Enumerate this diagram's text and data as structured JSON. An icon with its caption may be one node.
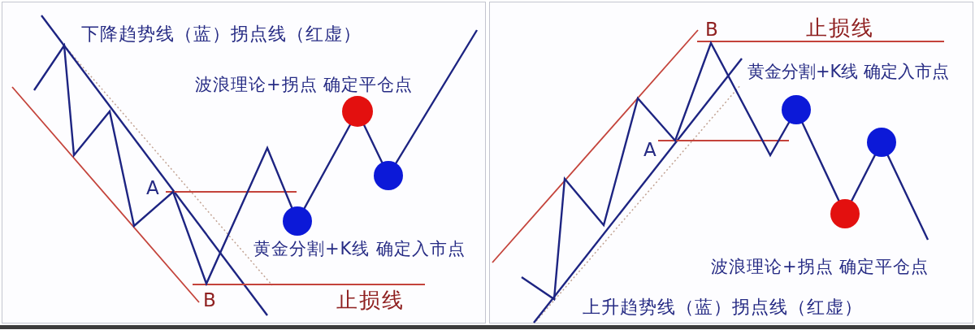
{
  "diagram": {
    "labels": [
      "下降趋势线（蓝）拐点线（红虚）",
      "波浪理论+拐点 确定平仓点",
      "A",
      "黄金分割+K线 确定入市点",
      "B",
      "止损线",
      "B",
      "止损线",
      "黄金分割+K线 确定入市点",
      "A",
      "波浪理论+拐点 确定平仓点",
      "上升趋势线（蓝）拐点线（红虚）"
    ]
  }
}
